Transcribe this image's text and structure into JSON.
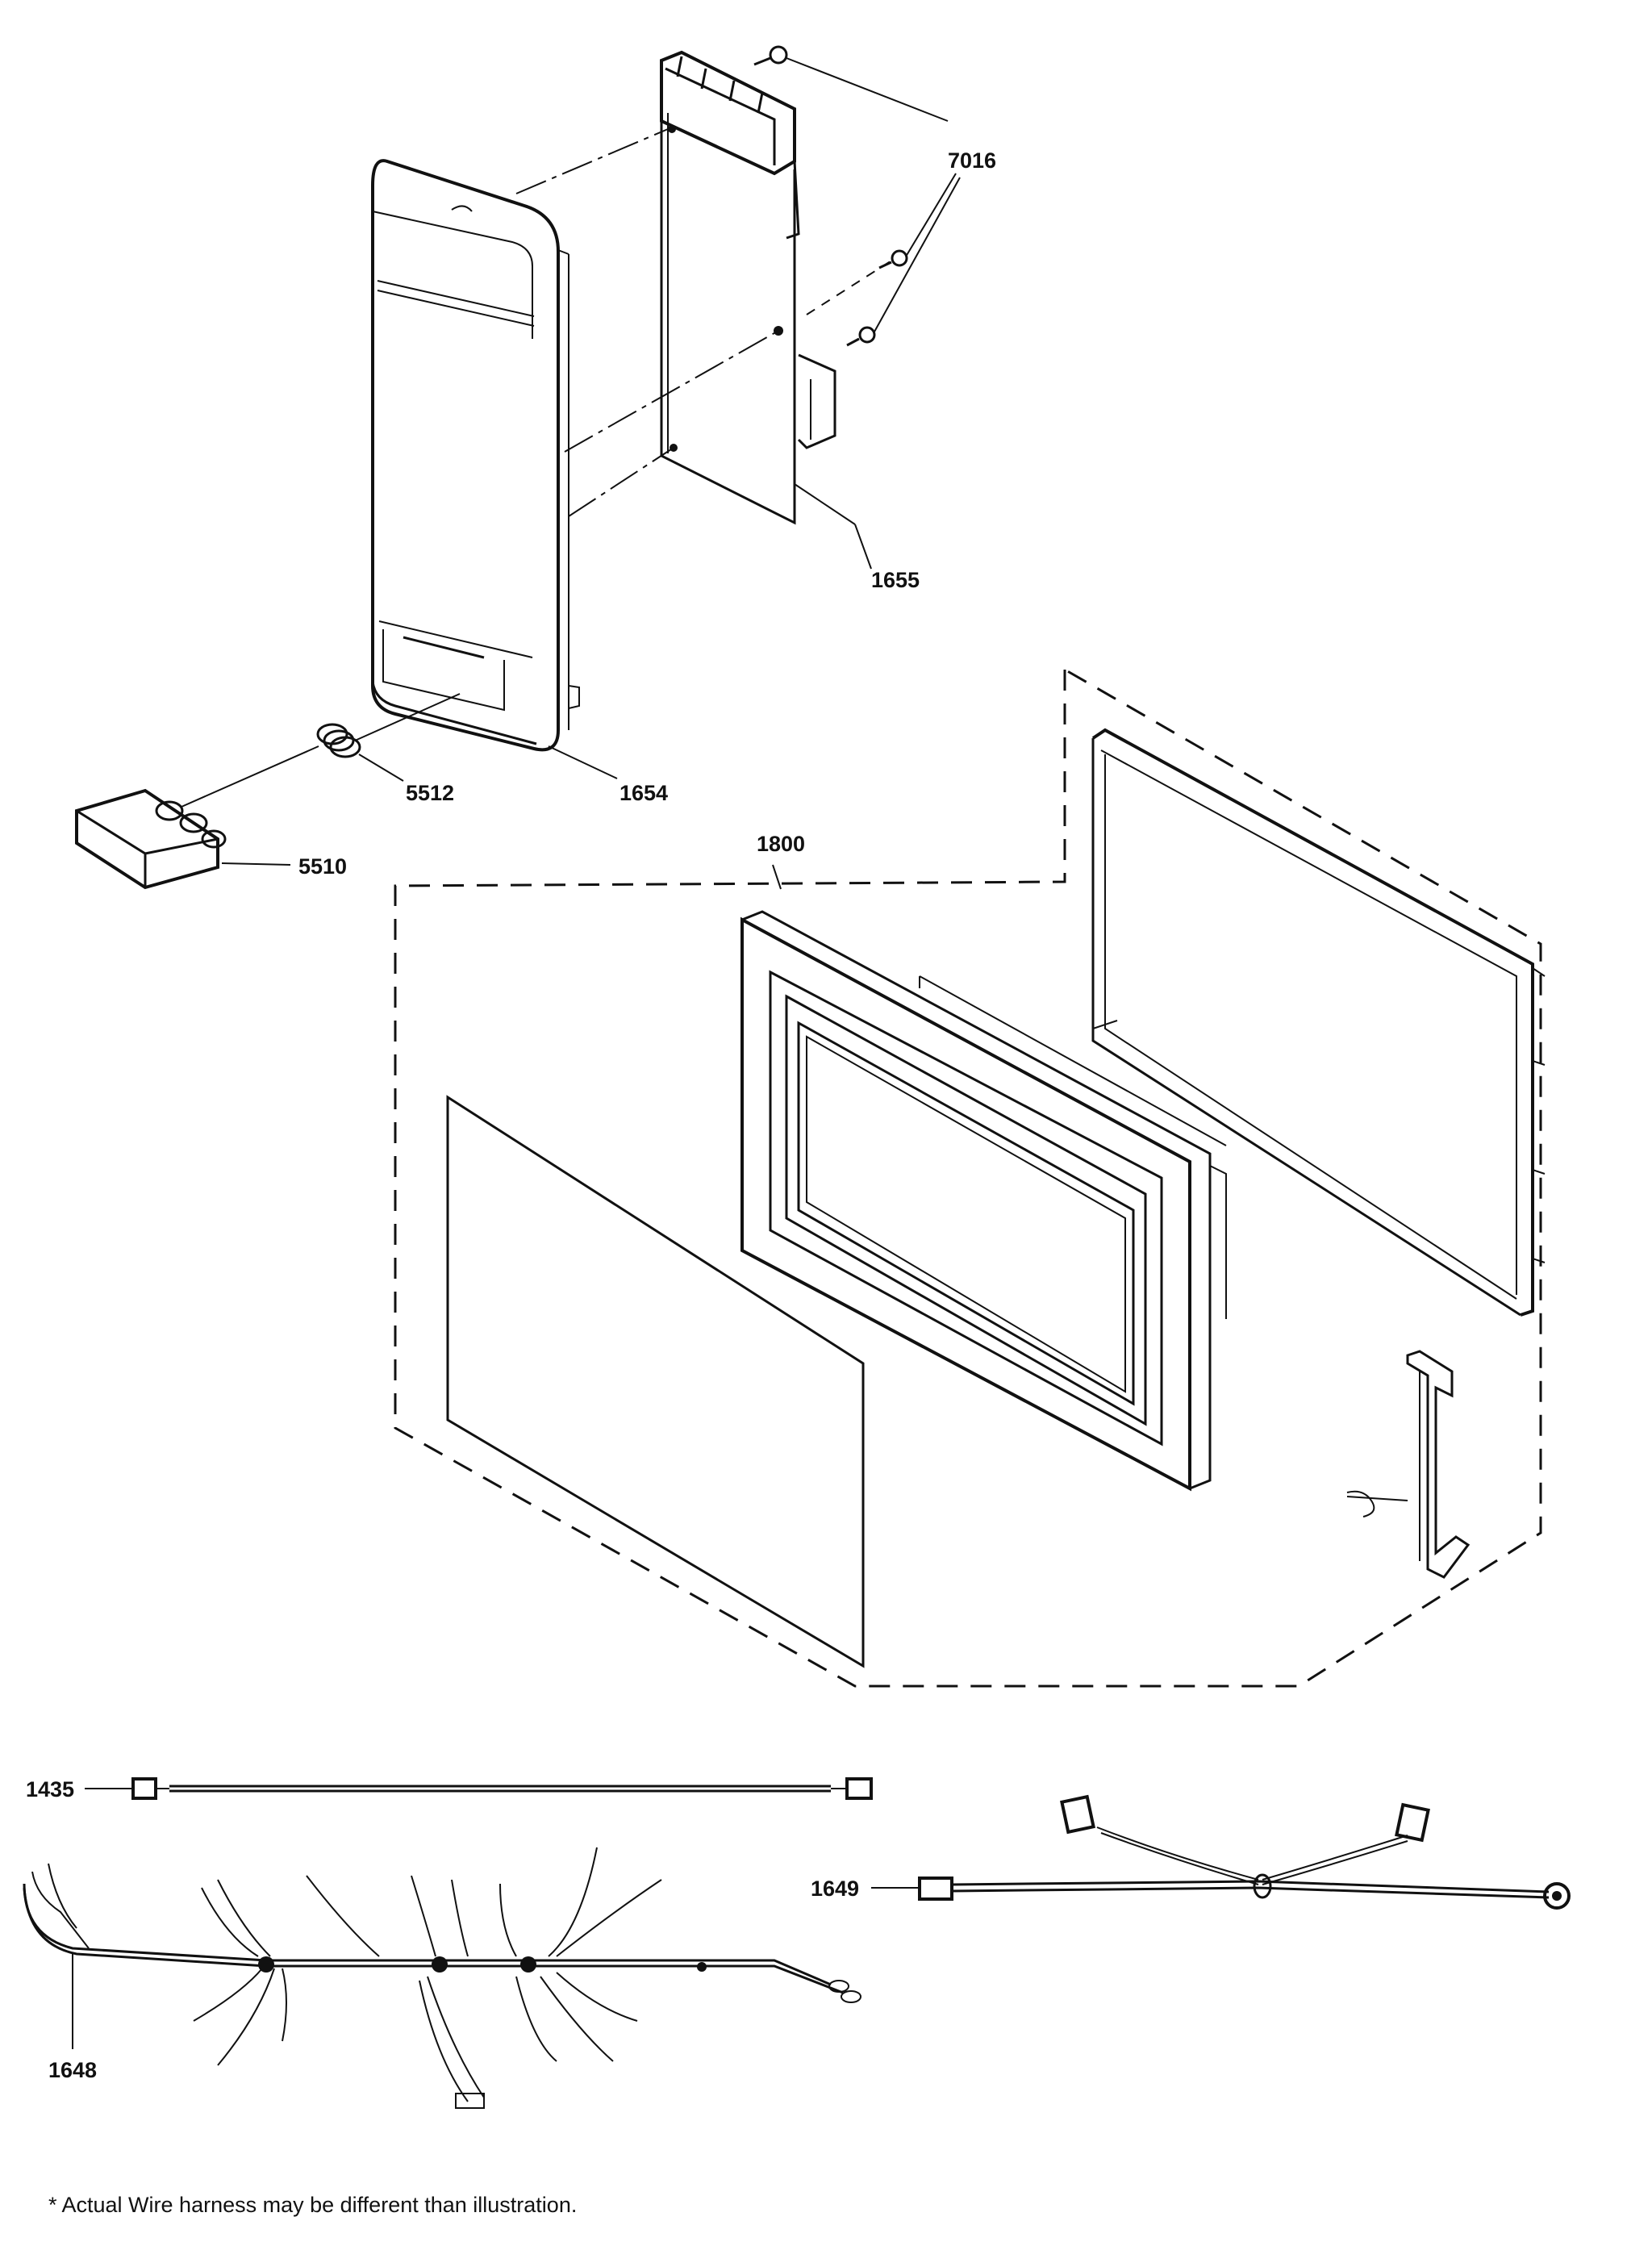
{
  "labels": {
    "screws": "7016",
    "control_board": "1655",
    "control_panel": "1654",
    "spring": "5512",
    "button": "5510",
    "door_assembly": "1800",
    "harness_1435": "1435",
    "harness_1648": "1648",
    "harness_1649": "1649"
  },
  "footnote": "* Actual Wire harness may be different than illustration.",
  "colors": {
    "ink": "#111111",
    "background": "#ffffff"
  }
}
